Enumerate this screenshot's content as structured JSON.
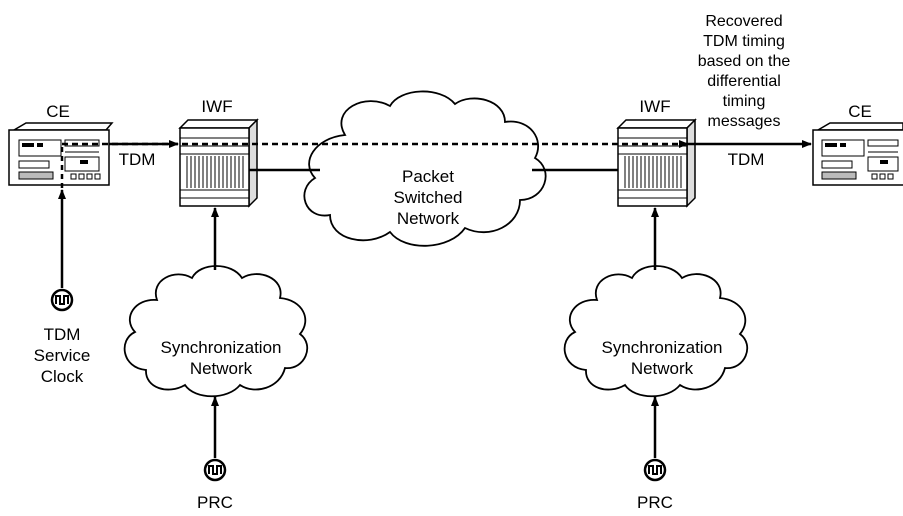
{
  "labels": {
    "ce_left": "CE",
    "ce_right": "CE",
    "iwf_left": "IWF",
    "iwf_right": "IWF",
    "tdm_left": "TDM",
    "tdm_right": "TDM",
    "psn": [
      "Packet",
      "Switched",
      "Network"
    ],
    "sync_left": [
      "Synchronization",
      "Network"
    ],
    "sync_right": [
      "Synchronization",
      "Network"
    ],
    "service_clock": [
      "TDM",
      "Service",
      "Clock"
    ],
    "prc_left": "PRC",
    "prc_right": "PRC",
    "recovered_note": [
      "Recovered",
      "TDM timing",
      "based on the",
      "differential",
      "timing",
      "messages"
    ]
  },
  "icons": {
    "clock_source": "square-wave-clock-icon",
    "network_element": "rack-equipment-icon",
    "network_cloud": "cloud-icon"
  }
}
